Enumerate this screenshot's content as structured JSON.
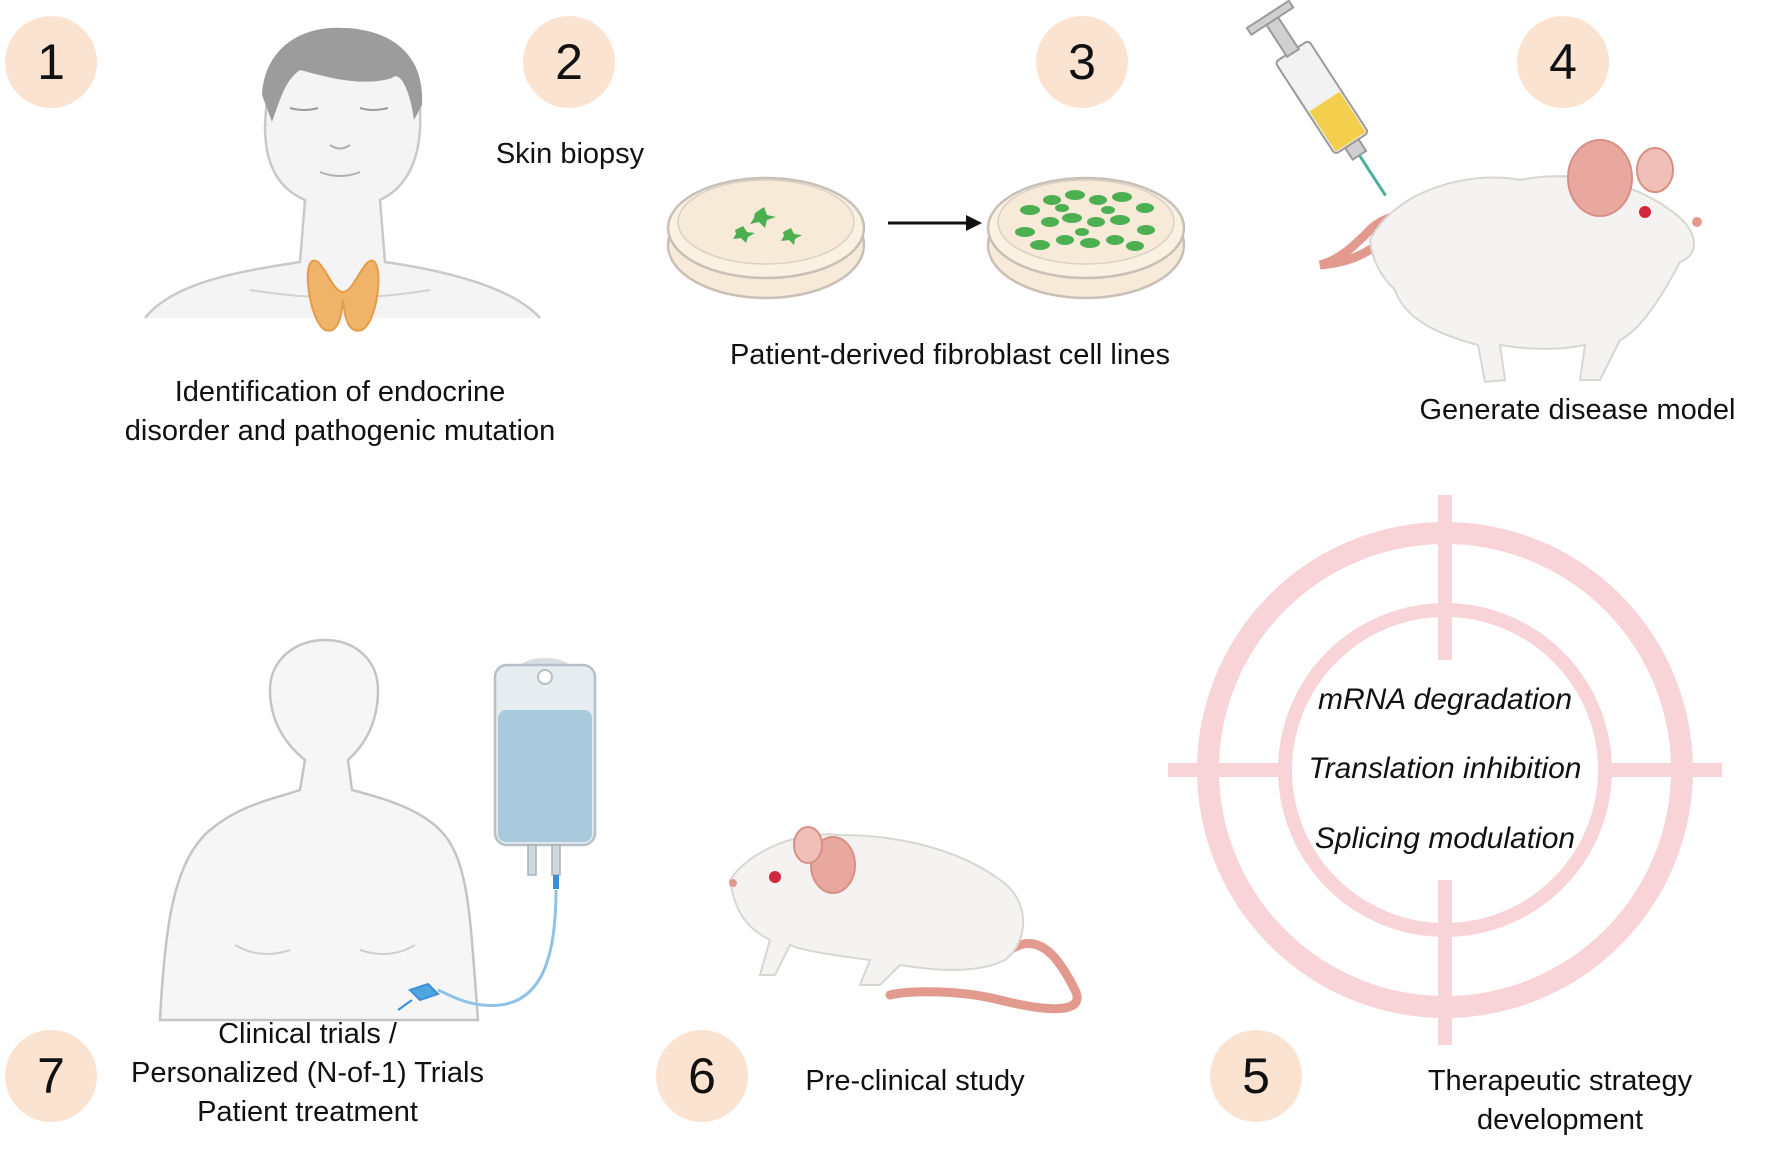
{
  "steps": [
    {
      "number": "1",
      "text": "Identification of endocrine disorder and pathogenic mutation",
      "lines": [
        "Identification of endocrine",
        "disorder and pathogenic mutation"
      ]
    },
    {
      "number": "2",
      "text": "Skin biopsy"
    },
    {
      "number": "3",
      "text": "Patient-derived fibroblast cell lines"
    },
    {
      "number": "4",
      "text": "Generate disease model"
    },
    {
      "number": "5",
      "lines": [
        "Therapeutic strategy",
        "development"
      ]
    },
    {
      "number": "6",
      "text": "Pre-clinical study"
    },
    {
      "number": "7",
      "lines": [
        "Clinical trials /",
        "Personalized (N-of-1)  Trials",
        "Patient treatment"
      ]
    }
  ],
  "strategies": [
    "mRNA degradation",
    "Translation inhibition",
    "Splicing modulation"
  ],
  "colors": {
    "badge": "#fbe3d2",
    "target": "#f6c9cf",
    "thyroid": "#f0b36a",
    "cells": "#4caf50",
    "dish": "#f8ead8",
    "mouse_body": "#f4f2ee",
    "mouse_ear": "#e8a8a0",
    "iv_fluid": "#a9c9dc"
  }
}
